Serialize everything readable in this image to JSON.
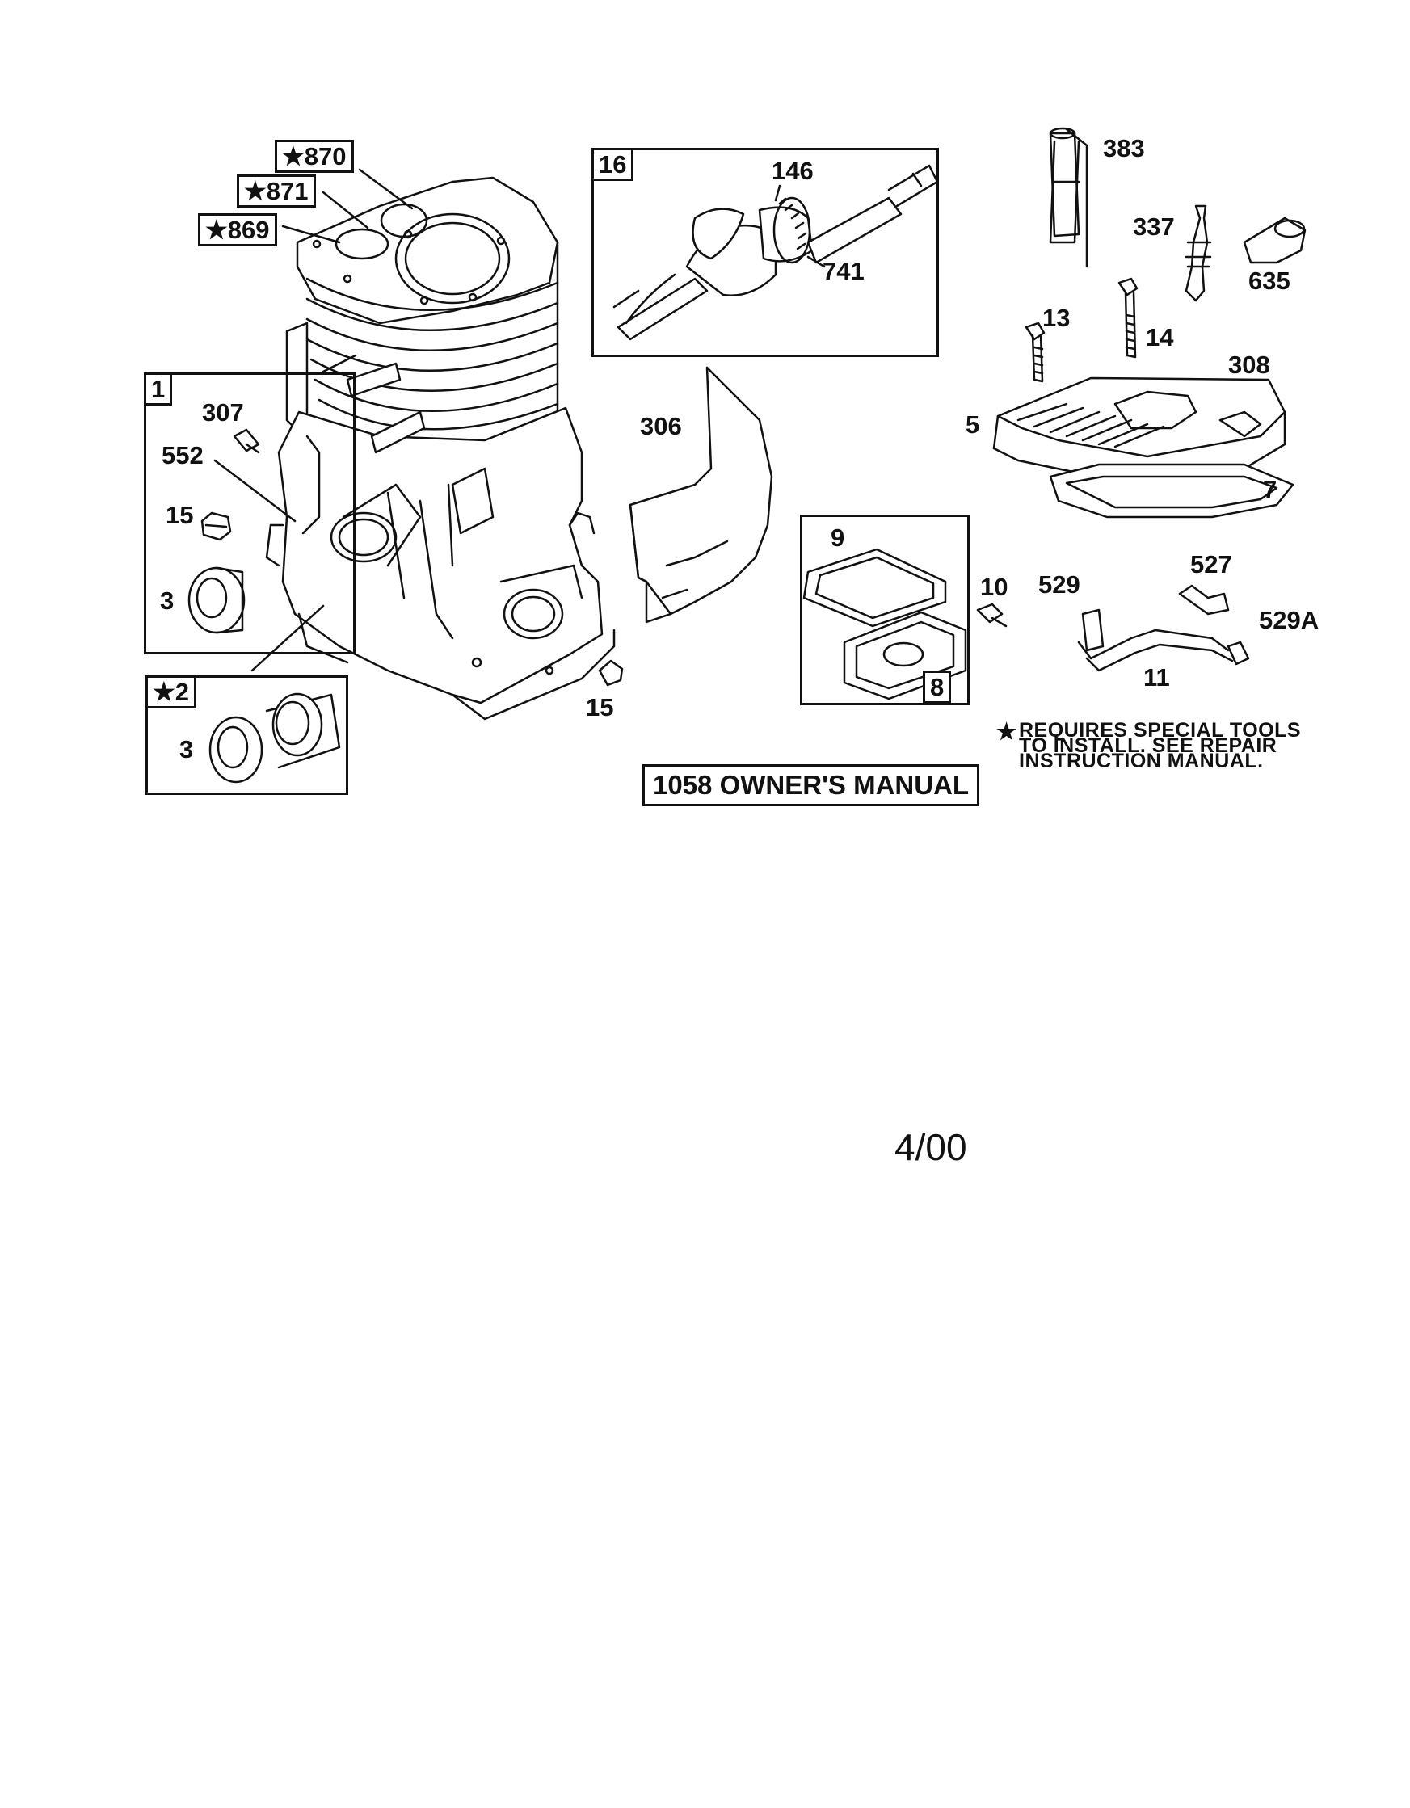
{
  "labels": {
    "p870": "870",
    "p871": "871",
    "p869": "869",
    "p16": "16",
    "p146": "146",
    "p741": "741",
    "p383": "383",
    "p337": "337",
    "p635": "635",
    "p13": "13",
    "p14": "14",
    "p308": "308",
    "p5": "5",
    "p7": "7",
    "p1": "1",
    "p307": "307",
    "p552": "552",
    "p15a": "15",
    "p3a": "3",
    "p306": "306",
    "p9": "9",
    "p10": "10",
    "p8": "8",
    "p529": "529",
    "p527": "527",
    "p529a": "529A",
    "p11": "11",
    "p15b": "15",
    "p2": "2",
    "p3b": "3"
  },
  "star_glyph": "★",
  "manual_label": "1058 OWNER'S MANUAL",
  "note": {
    "line1": "REQUIRES SPECIAL TOOLS",
    "line2": "TO INSTALL.  SEE REPAIR",
    "line3": "INSTRUCTION MANUAL."
  },
  "date": "4/00"
}
